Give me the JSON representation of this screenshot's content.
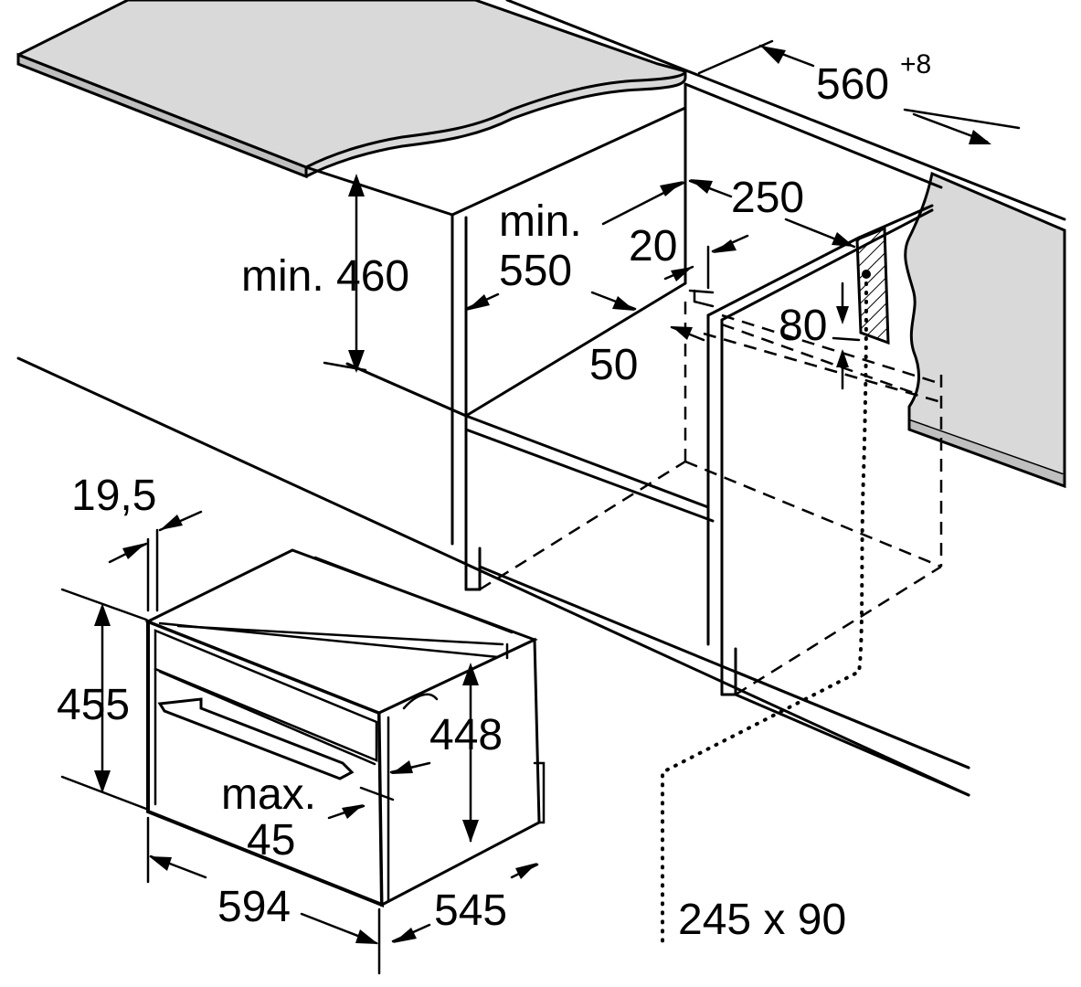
{
  "dimensions": {
    "width_niche": {
      "value": "560",
      "tolerance": "+8"
    },
    "depth_top": "250",
    "min_label_top": "min.",
    "min_depth": "550",
    "gap_20": "20",
    "height_min_label": "min. 460",
    "cutout_80": "80",
    "gap_50": "50",
    "front_thickness": "19,5",
    "height_front": "455",
    "height_body": "448",
    "max_label": "max.",
    "max_value": "45",
    "width_oven": "594",
    "depth_oven": "545",
    "vent_opening": "245 x 90"
  },
  "colors": {
    "countertop_fill": "#d9d9d9",
    "line": "#000000"
  }
}
